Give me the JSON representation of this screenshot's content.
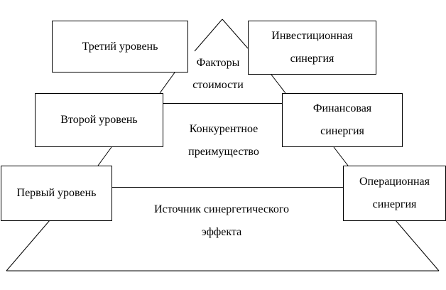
{
  "levels": {
    "third": "Третий уровень",
    "second": "Второй уровень",
    "first": "Первый уровень"
  },
  "synergies": {
    "investment": [
      "Инвестиционная",
      "синергия"
    ],
    "financial": [
      "Финансовая",
      "синергия"
    ],
    "operational": [
      "Операционная",
      "синергия"
    ]
  },
  "tiers": {
    "top": [
      "Факторы",
      "стоимости"
    ],
    "middle": [
      "Конкурентное",
      "преимущество"
    ],
    "bottom": [
      "Источник синергетического",
      "эффекта"
    ]
  }
}
